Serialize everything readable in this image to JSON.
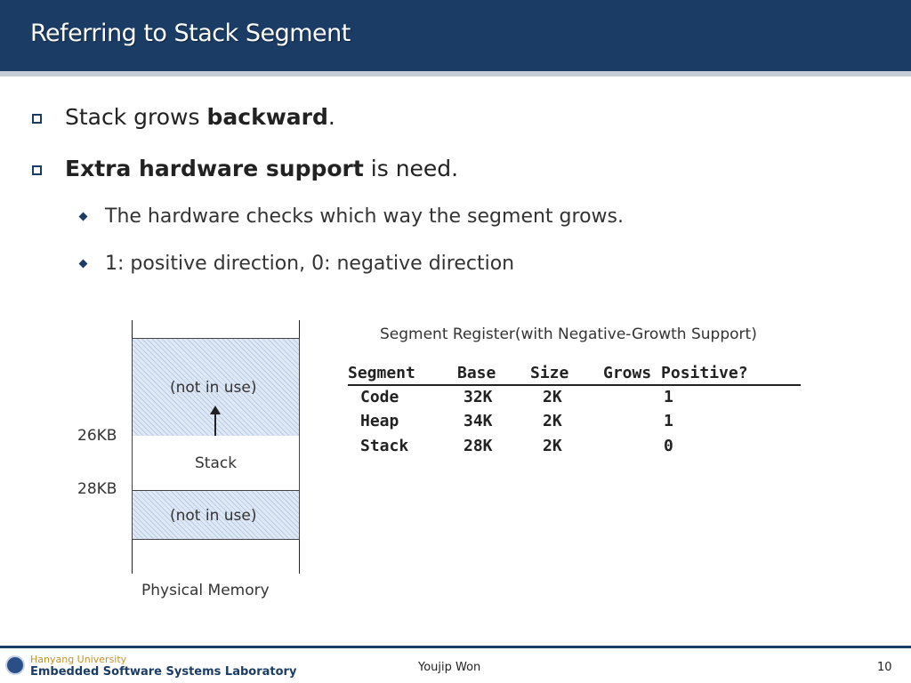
{
  "title": "Referring to Stack Segment",
  "bullets": [
    {
      "plain": "Stack grows ",
      "bold": "backward",
      "after": "."
    },
    {
      "bold": "Extra hardware support",
      "after": " is need."
    }
  ],
  "sub_bullets": [
    "The hardware checks which way the segment grows.",
    "1: positive direction, 0: negative direction"
  ],
  "diagram": {
    "not_in_use_top": "(not in use)",
    "stack": "Stack",
    "not_in_use_bottom": "(not in use)",
    "label_26": "26KB",
    "label_28": "28KB",
    "caption": "Physical Memory"
  },
  "table": {
    "title": "Segment Register(with Negative-Growth Support)",
    "headers": [
      "Segment",
      "Base",
      "Size",
      "Grows Positive?"
    ],
    "rows": [
      [
        "Code",
        "32K",
        "2K",
        "1"
      ],
      [
        "Heap",
        "34K",
        "2K",
        "1"
      ],
      [
        "Stack",
        "28K",
        "2K",
        "0"
      ]
    ]
  },
  "footer": {
    "university": "Hanyang University",
    "lab": "Embedded Software Systems Laboratory",
    "author": "Youjip Won",
    "page": "10"
  },
  "colors": {
    "header": "#1b3c64",
    "accent": "#c2922a"
  }
}
